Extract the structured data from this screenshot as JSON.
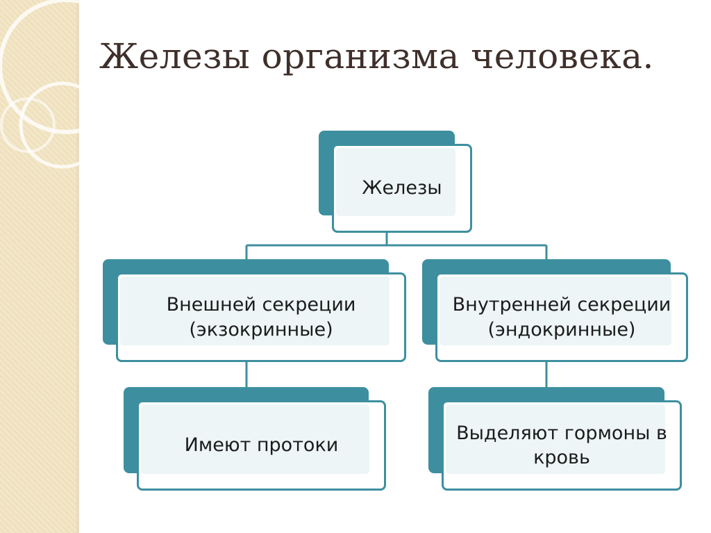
{
  "title": "Железы организма человека.",
  "colors": {
    "accent": "#3d8f9f",
    "box_fill": "#ffffff",
    "inner_fill": "#edf5f6",
    "side_strip": "#f3e7c9",
    "title_text": "#3f2f2a"
  },
  "diagram": {
    "root": {
      "label": "Железы"
    },
    "branches": [
      {
        "label_line1": "Внешней секреции",
        "label_line2": "(экзокринные)",
        "child": {
          "label_line1": "Имеют протоки",
          "label_line2": ""
        }
      },
      {
        "label_line1": "Внутренней секреции",
        "label_line2": "(эндокринные)",
        "child": {
          "label_line1": "Выделяют гормоны в",
          "label_line2": "кровь"
        }
      }
    ]
  }
}
